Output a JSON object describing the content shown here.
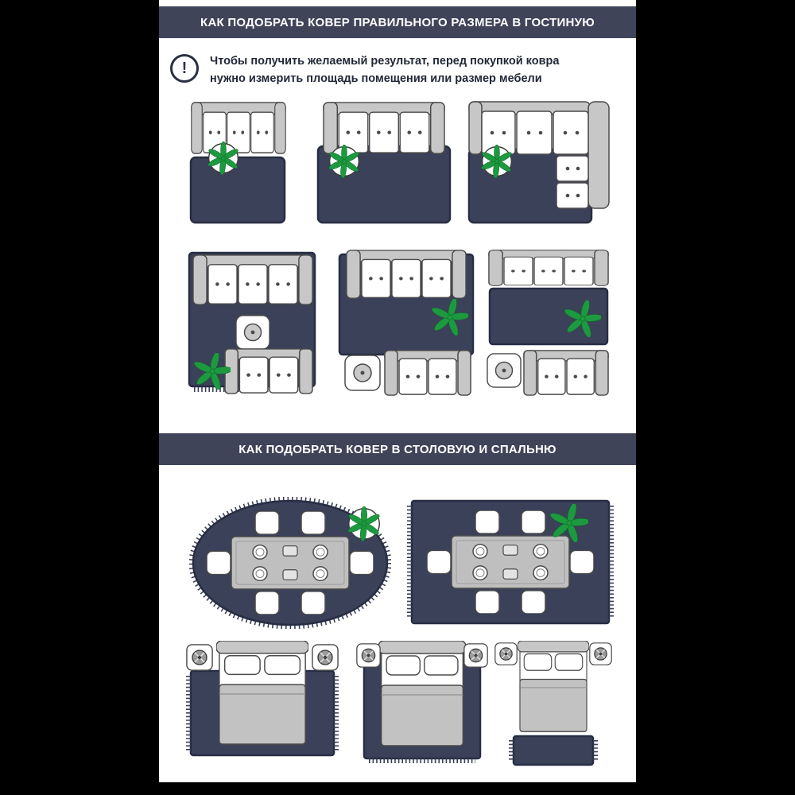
{
  "colors": {
    "page_bg": "#000000",
    "content_bg": "#ffffff",
    "header_bg": "#3f4459",
    "rug": "#3b4158",
    "rug_border": "#272d42",
    "furniture": "#c7c7c7",
    "outline": "#4a4a4a",
    "plant": "#1d9a3f",
    "text": "#232838"
  },
  "sections": [
    {
      "id": "living-room",
      "title": "КАК ПОДОБРАТЬ КОВЕР ПРАВИЛЬНОГО РАЗМЕРА В ГОСТИНУЮ",
      "warning_glyph": "!",
      "note_line1": "Чтобы получить желаемый результат, перед покупкой ковра",
      "note_line2": "нужно измерить площадь помещения или размер мебели"
    },
    {
      "id": "dining-bedroom",
      "title": "КАК ПОДОБРАТЬ КОВЕР В СТОЛОВУЮ И СПАЛЬНЮ"
    }
  ],
  "diagrams": {
    "living_row1": [
      "sofa-with-rug-in-front",
      "sofa-front-legs-on-rug",
      "corner-sofa-on-rug"
    ],
    "living_row2": [
      "two-sofas-coffee-table-large-rug",
      "seating-group-medium-rug",
      "seating-group-small-rug"
    ],
    "dining": [
      "oval-rug-dining-set",
      "rectangular-rug-dining-set"
    ],
    "bedroom": [
      "wide-rug-under-bed",
      "rug-under-bed",
      "small-rug-at-bed-foot"
    ]
  }
}
